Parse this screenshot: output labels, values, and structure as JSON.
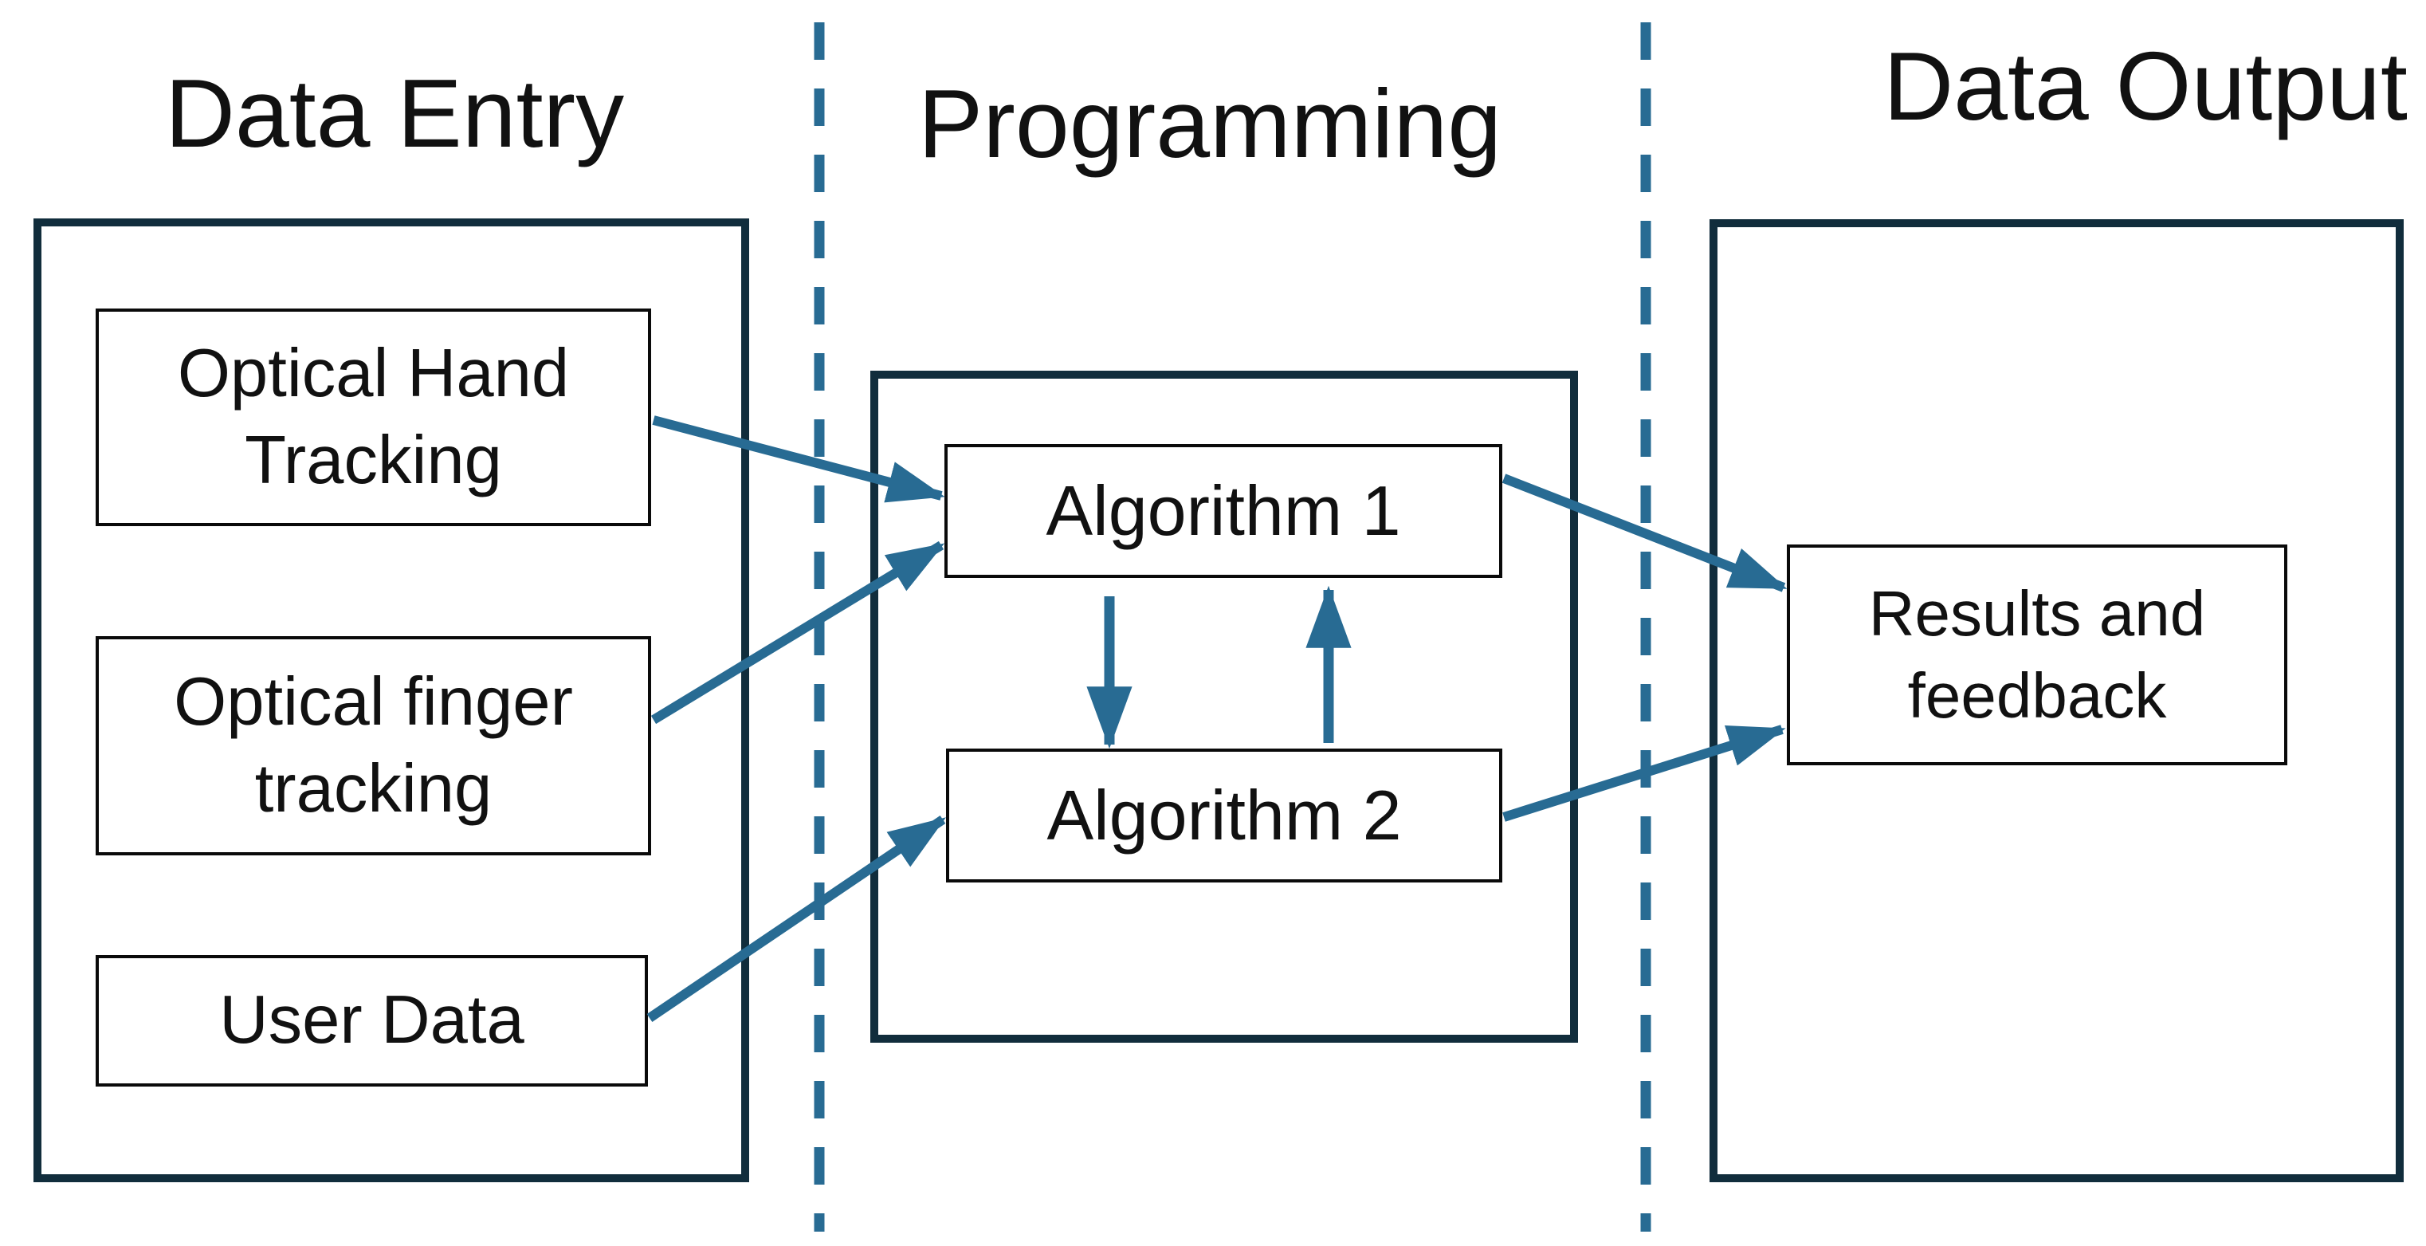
{
  "colors": {
    "accent": "#286b93",
    "frame_border": "#112d3c",
    "node_border": "#0a0a0a",
    "text": "#111111",
    "background": "#ffffff"
  },
  "columns": {
    "entry": {
      "title": "Data Entry"
    },
    "programming": {
      "title": "Programming"
    },
    "output": {
      "title": "Data Output"
    }
  },
  "nodes": {
    "optical_hand": {
      "label": "Optical Hand Tracking"
    },
    "optical_finger": {
      "label": "Optical finger tracking"
    },
    "user_data": {
      "label": "User Data"
    },
    "algorithm1": {
      "label": "Algorithm 1"
    },
    "algorithm2": {
      "label": "Algorithm 2"
    },
    "results": {
      "label": "Results and feedback"
    }
  },
  "edges": [
    {
      "from": "Optical Hand Tracking",
      "to": "Algorithm 1",
      "style": "solid-arrow"
    },
    {
      "from": "Optical finger tracking",
      "to": "Algorithm 1",
      "style": "solid-arrow"
    },
    {
      "from": "User Data",
      "to": "Algorithm 2",
      "style": "solid-arrow"
    },
    {
      "from": "Algorithm 1",
      "to": "Algorithm 2",
      "style": "solid-arrow"
    },
    {
      "from": "Algorithm 2",
      "to": "Algorithm 1",
      "style": "solid-arrow"
    },
    {
      "from": "Algorithm 1",
      "to": "Results and feedback",
      "style": "solid-arrow"
    },
    {
      "from": "Algorithm 2",
      "to": "Results and feedback",
      "style": "solid-arrow"
    }
  ],
  "separators": [
    {
      "orientation": "vertical",
      "style": "dashed",
      "position": "between Data Entry and Programming"
    },
    {
      "orientation": "vertical",
      "style": "dashed",
      "position": "between Programming and Data Output"
    }
  ]
}
